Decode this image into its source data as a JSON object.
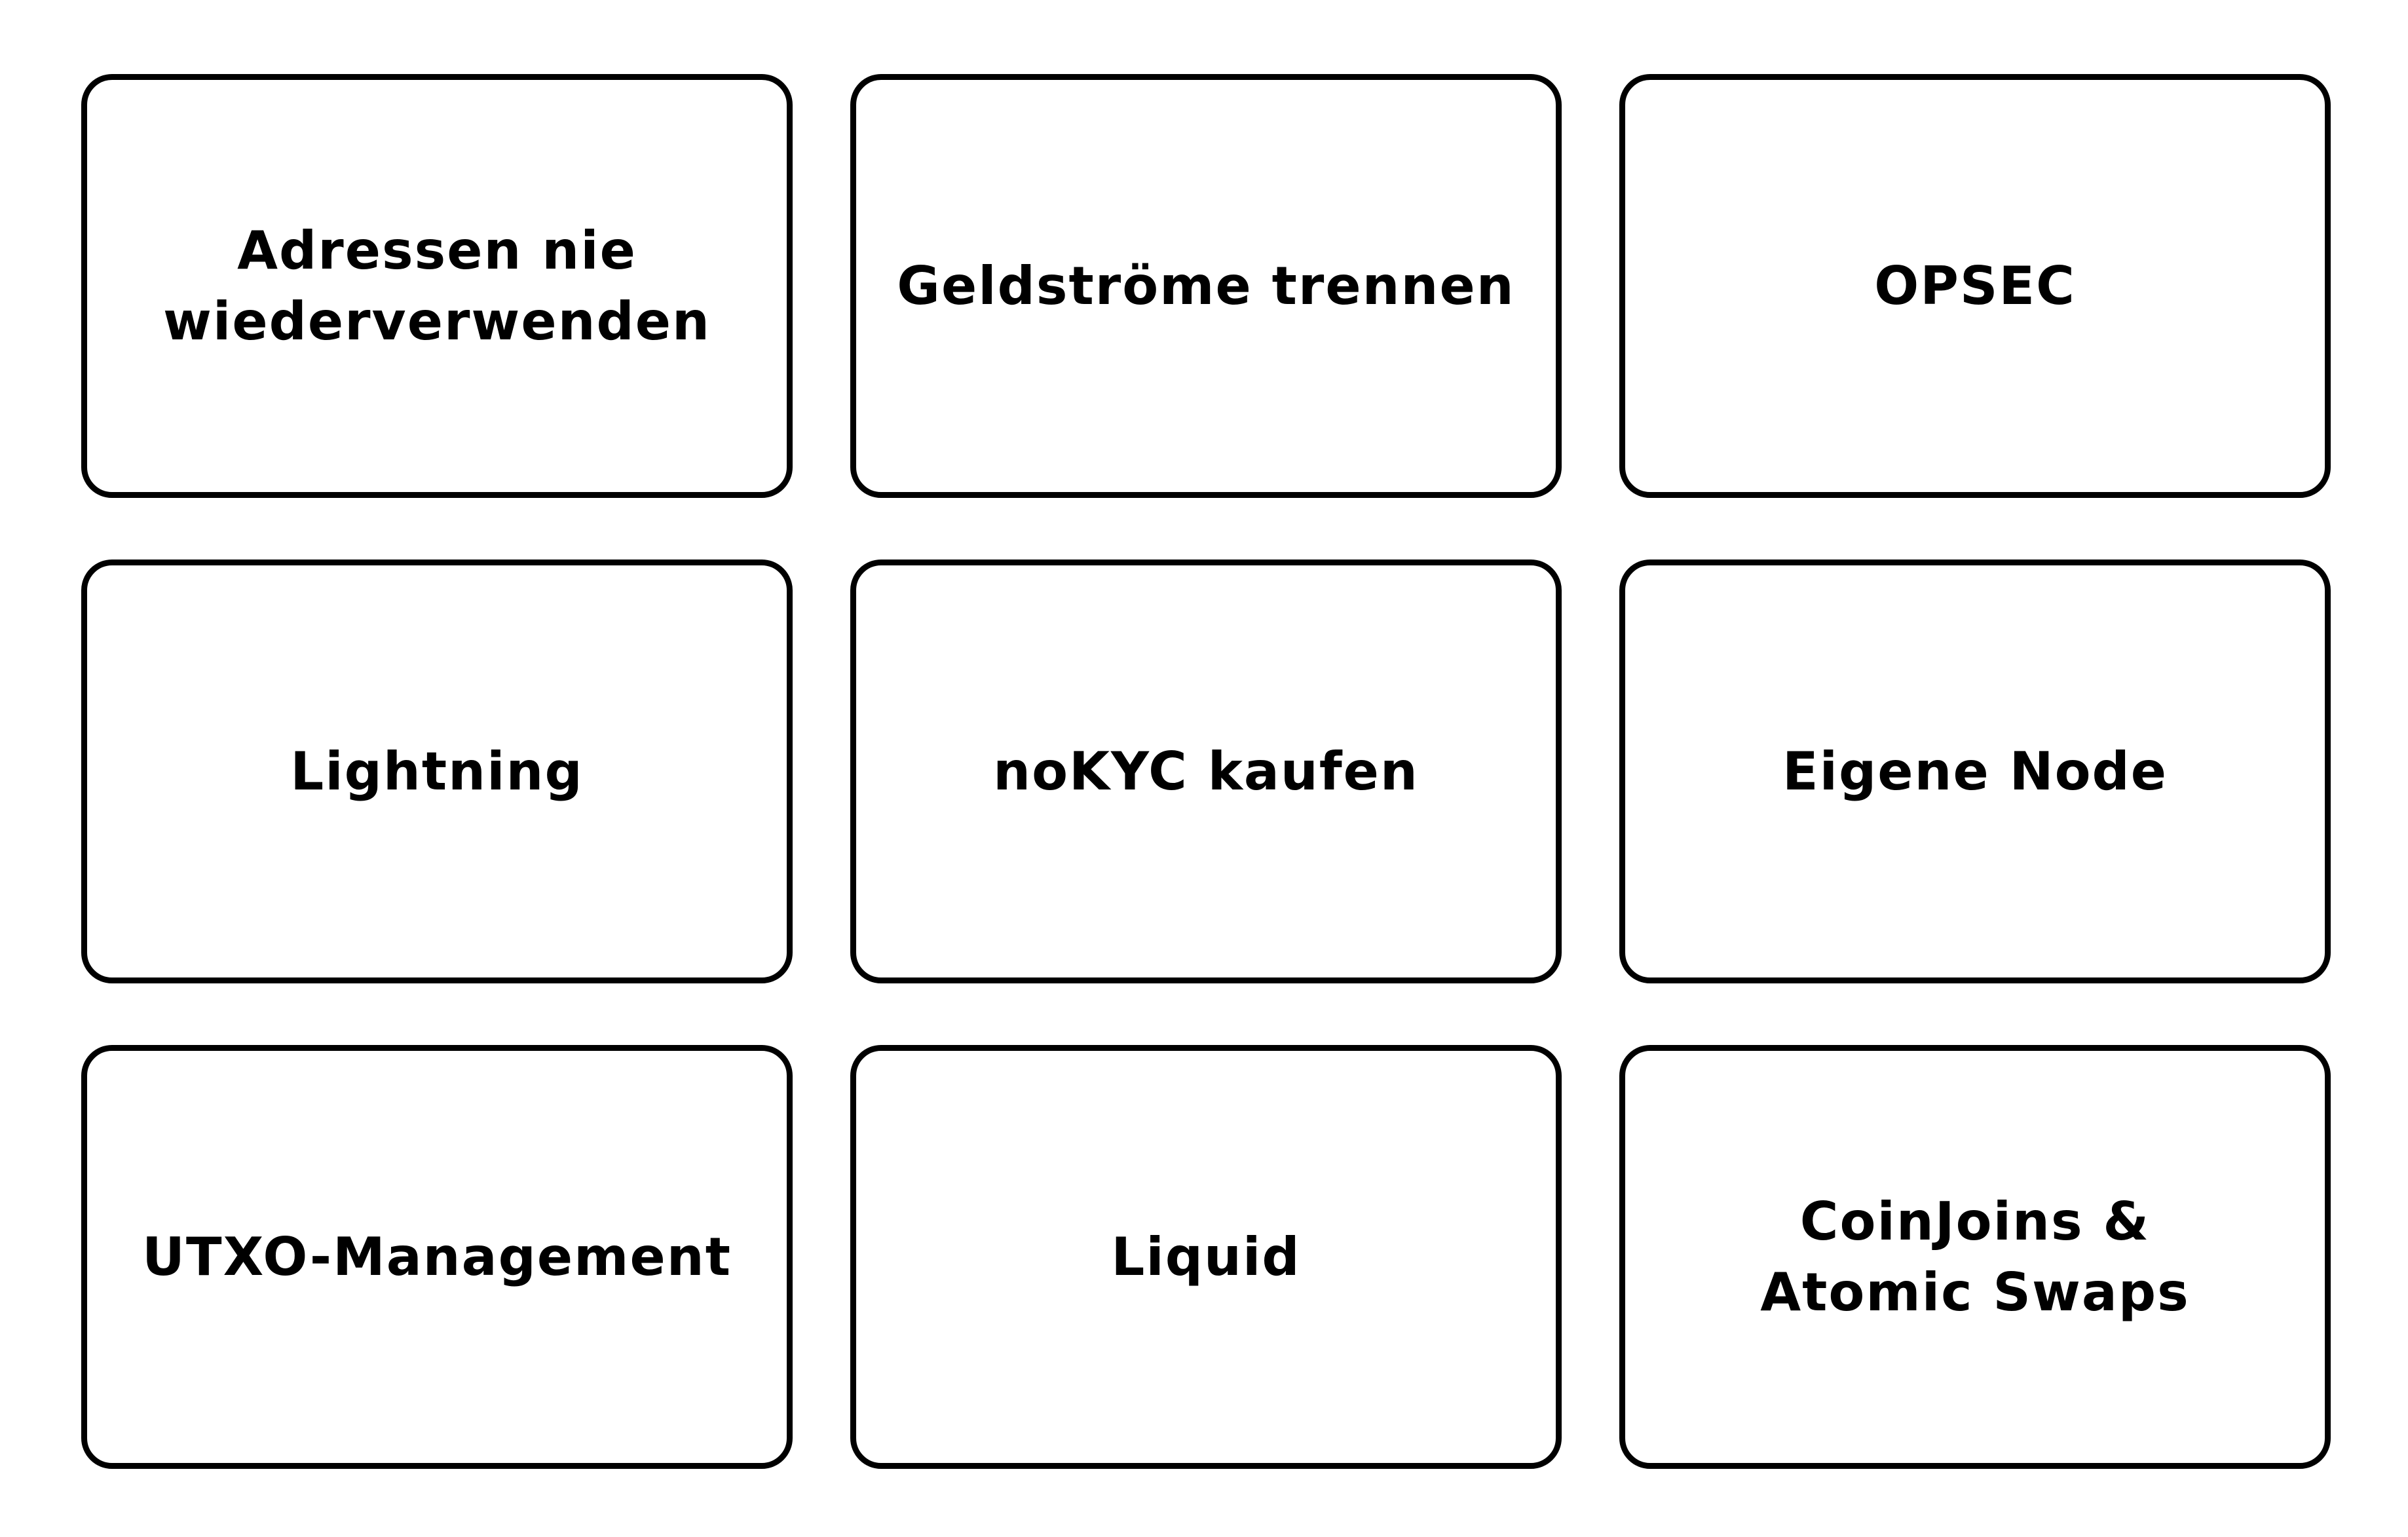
{
  "cards": [
    {
      "label": "Adressen nie wiederverwenden"
    },
    {
      "label": "Geldströme trennen"
    },
    {
      "label": "OPSEC"
    },
    {
      "label": "Lightning"
    },
    {
      "label": "noKYC kaufen"
    },
    {
      "label": "Eigene Node"
    },
    {
      "label": "UTXO-Management"
    },
    {
      "label": "Liquid"
    },
    {
      "label": "CoinJoins & Atomic Swaps"
    }
  ]
}
